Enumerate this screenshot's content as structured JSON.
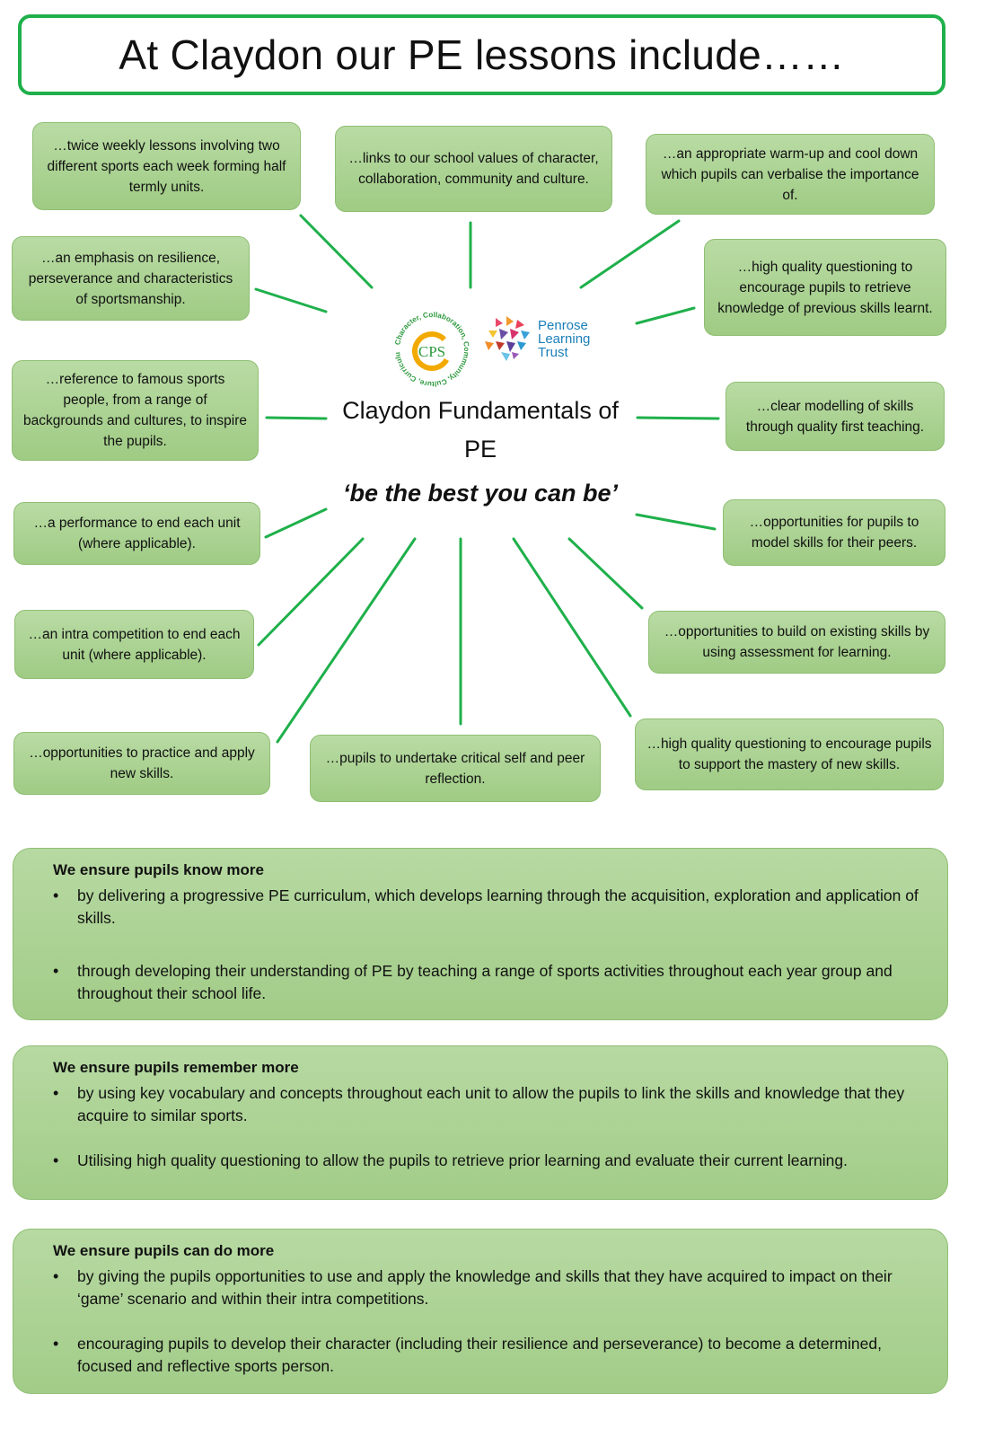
{
  "title": "At Claydon our PE lessons include……",
  "center": {
    "heading": "Claydon Fundamentals of PE",
    "motto": "‘be the best you can be’",
    "school_logo_text": "Character, Collaboration, Community, Culture, Curriculum",
    "school_logo_monogram": "CPS",
    "trust_name_line1": "Penrose",
    "trust_name_line2": "Learning",
    "trust_name_line3": "Trust"
  },
  "nodes": [
    "…twice weekly lessons involving two different sports each week forming half termly units.",
    "…links to our school values of character, collaboration, community and culture.",
    "…an appropriate warm-up and cool down which pupils can verbalise the importance of.",
    "…an emphasis on resilience, perseverance and characteristics of sportsmanship.",
    "…high quality questioning to encourage pupils to retrieve knowledge of previous skills learnt.",
    "…reference to famous sports people, from a range of backgrounds and cultures, to inspire the pupils.",
    "…clear modelling of skills through quality first teaching.",
    "…a performance to end each unit (where applicable).",
    "…opportunities for pupils to model skills for their peers.",
    "…an intra competition to end each unit (where applicable).",
    "…opportunities to build on existing skills by using assessment for learning.",
    "…opportunities to practice and apply new skills.",
    "…pupils to undertake critical self and peer reflection.",
    "…high quality questioning to encourage pupils to support the mastery of new skills."
  ],
  "panels": [
    {
      "heading": "We ensure pupils know more",
      "bullets": [
        "by delivering a progressive PE curriculum, which develops learning through the acquisition, exploration and application of skills.",
        "through developing their understanding of PE by teaching a range of sports activities throughout each year group and throughout their school life."
      ]
    },
    {
      "heading": "We ensure pupils remember more",
      "bullets": [
        "by using key vocabulary and concepts throughout each unit to allow the pupils to link the skills and knowledge that they acquire to similar sports.",
        "Utilising high quality questioning to allow the pupils to retrieve prior learning and evaluate their current learning."
      ]
    },
    {
      "heading": "We ensure pupils can do more",
      "bullets": [
        "by giving the pupils opportunities to use and apply the knowledge and skills that they have acquired to impact on their ‘game’ scenario and within their intra competitions.",
        "encouraging pupils to develop their character (including their resilience and perseverance) to become a determined, focused and reflective sports person."
      ]
    }
  ],
  "colors": {
    "accent_green": "#1fb04b",
    "box_fill": "#a9d191",
    "trust_blue": "#1b7fb8"
  }
}
